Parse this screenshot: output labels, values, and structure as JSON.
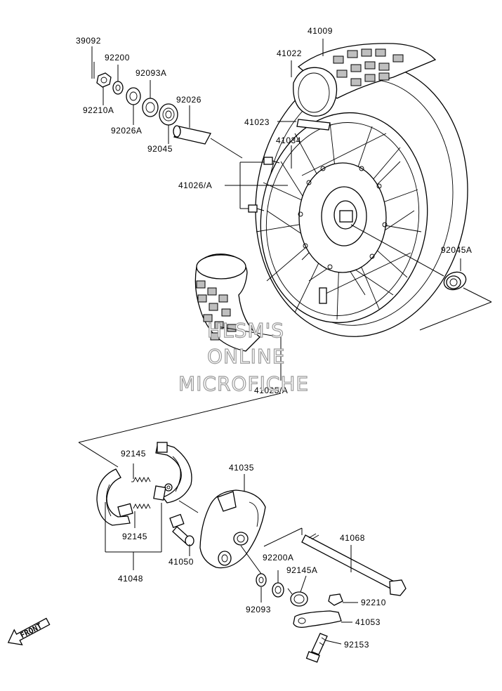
{
  "watermark": {
    "lines": [
      "HLSM'S",
      "ONLINE",
      "MICROFICHE"
    ]
  },
  "front_label": "FRONT",
  "callouts": {
    "p39092": "39092",
    "p92200": "92200",
    "p92093A": "92093A",
    "p92210A": "92210A",
    "p92026A": "92026A",
    "p92026": "92026",
    "p92045": "92045",
    "p41009": "41009",
    "p41022": "41022",
    "p41023": "41023",
    "p41034": "41034",
    "p41026A": "41026/A",
    "p92045A": "92045A",
    "p41025A": "41025/A",
    "p92145_top": "92145",
    "p92145_bot": "92145",
    "p41035": "41035",
    "p41068": "41068",
    "p41050": "41050",
    "p41048": "41048",
    "p92200A": "92200A",
    "p92145A": "92145A",
    "p92093": "92093",
    "p92210": "92210",
    "p41053": "41053",
    "p92153": "92153"
  }
}
